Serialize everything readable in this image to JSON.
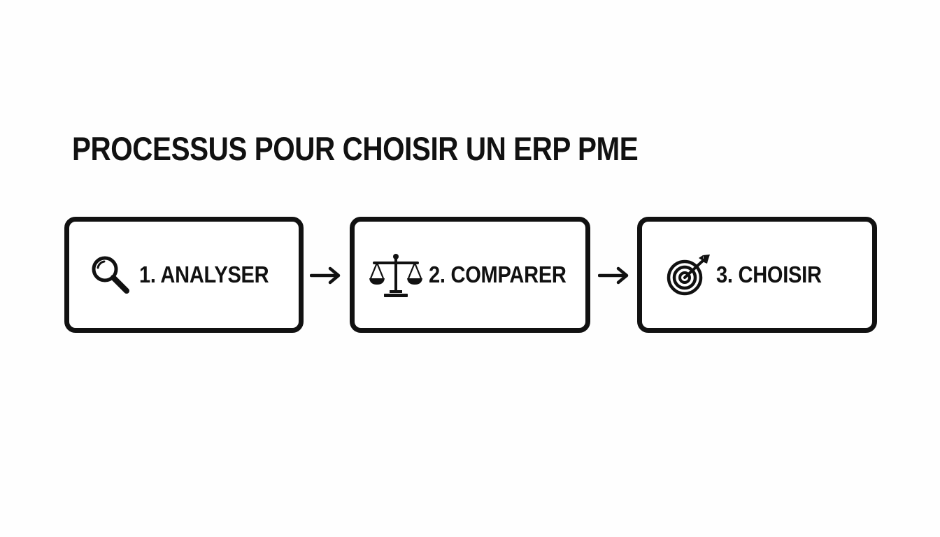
{
  "title": "PROCESSUS POUR CHOISIR UN ERP PME",
  "steps": [
    {
      "label": "1. ANALYSER",
      "icon": "magnifying-glass-icon"
    },
    {
      "label": "2. COMPARER",
      "icon": "balance-scale-icon"
    },
    {
      "label": "3. CHOISIR",
      "icon": "target-icon"
    }
  ],
  "connectors": [
    {
      "icon": "arrow-right-icon"
    },
    {
      "icon": "arrow-right-icon"
    }
  ],
  "colors": {
    "background": "#fefefe",
    "ink": "#111111",
    "box_fill": "#ffffff"
  }
}
